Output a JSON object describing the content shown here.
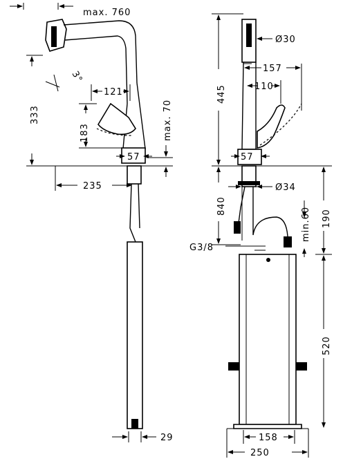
{
  "labels": {
    "max760": "max. 760",
    "deg3": "3°",
    "d333": "333",
    "d121": "121",
    "d183": "183",
    "max70": "max. 70",
    "d57_left": "57",
    "d235": "235",
    "d29": "29",
    "d445": "445",
    "dia30": "Ø30",
    "d157": "157",
    "d110": "110",
    "d57_right": "57",
    "dia34": "Ø34",
    "d840": "840",
    "min60": "min.60",
    "d190": "190",
    "g38": "G3/8",
    "d520": "520",
    "d158": "158",
    "d250": "250"
  }
}
